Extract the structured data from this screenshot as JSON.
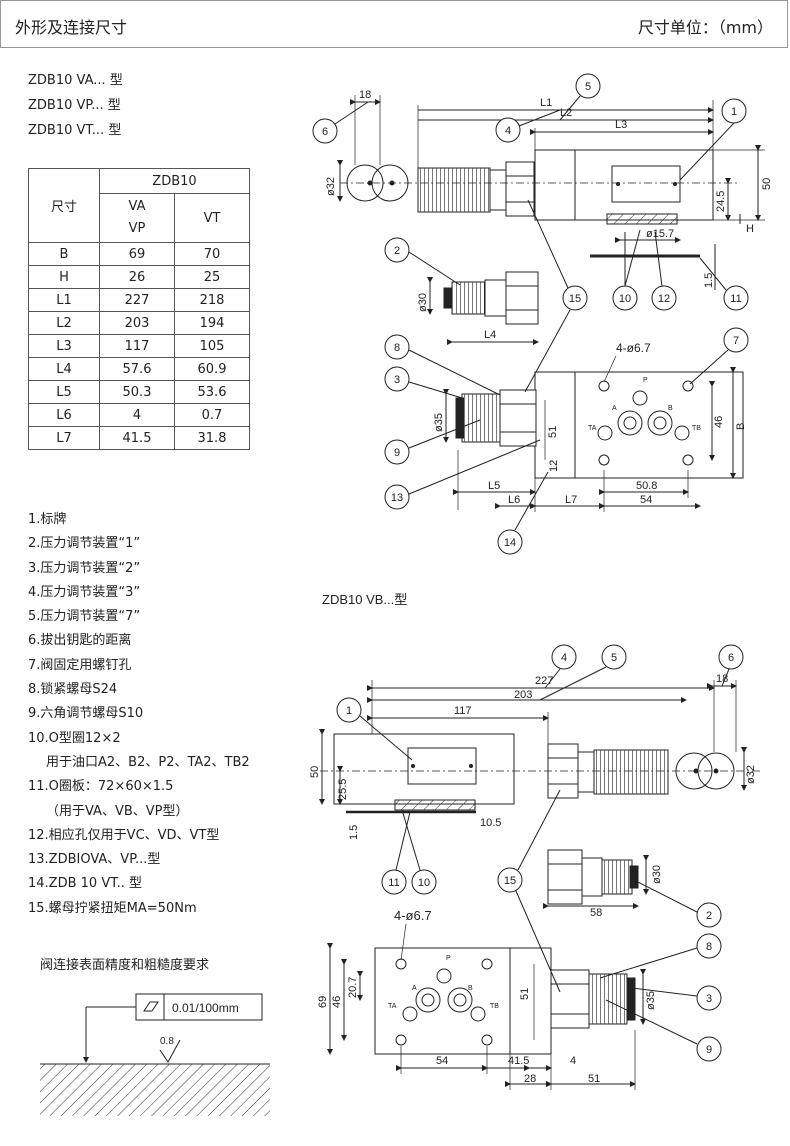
{
  "header": {
    "title": "外形及连接尺寸",
    "unit": "尺寸单位：（mm）"
  },
  "models": [
    "ZDB10 VA... 型",
    "ZDB10 VP... 型",
    "ZDB10 VT... 型"
  ],
  "table": {
    "head_dim": "尺寸",
    "head_model": "ZDB10",
    "col_a_line1": "VA",
    "col_a_line2": "VP",
    "col_b": "VT",
    "rows": [
      {
        "name": "B",
        "a": "69",
        "b": "70"
      },
      {
        "name": "H",
        "a": "26",
        "b": "25"
      },
      {
        "name": "L1",
        "a": "227",
        "b": "218"
      },
      {
        "name": "L2",
        "a": "203",
        "b": "194"
      },
      {
        "name": "L3",
        "a": "117",
        "b": "105"
      },
      {
        "name": "L4",
        "a": "57.6",
        "b": "60.9"
      },
      {
        "name": "L5",
        "a": "50.3",
        "b": "53.6"
      },
      {
        "name": "L6",
        "a": "4",
        "b": "0.7"
      },
      {
        "name": "L7",
        "a": "41.5",
        "b": "31.8"
      }
    ]
  },
  "legend": [
    "1.标牌",
    "2.压力调节装置“1”",
    "3.压力调节装置“2”",
    "4.压力调节装置“3”",
    "5.压力调节装置“7”",
    "6.拔出钥匙的距离",
    "7.阀固定用螺钉孔",
    "8.锁紧螺母S24",
    "9.六角调节螺母S10",
    "10.O型圈12×2",
    "用于油口A2、B2、P2、TA2、TB2",
    "11.O圈板：72×60×1.5",
    "（用于VA、VB、VP型）",
    "12.相应孔仅用于VC、VD、VT型",
    "13.ZDBIOVA、VP...型",
    "14.ZDB 10 VT.. 型",
    "15.螺母拧紧扭矩MA=50Nm"
  ],
  "roughness": {
    "label": "阀连接表面精度和粗糙度要求",
    "flatness": "0.01/100mm",
    "ra": "0.8"
  },
  "drawing1": {
    "dims": {
      "d18": "18",
      "L1": "L1",
      "L2": "L2",
      "L3": "L3",
      "phi32": "ø32",
      "h50": "50",
      "h245": "24.5",
      "H": "H",
      "phi157": "ø15.7",
      "w15": "1.5",
      "phi30": "ø30",
      "L4": "L4",
      "holes": "4-ø6.7",
      "phi35": "ø35",
      "d51": "51",
      "d46": "46",
      "B": "B",
      "d12": "12",
      "L5": "L5",
      "L6": "L6",
      "L7": "L7",
      "d508": "50.8",
      "d54": "54"
    },
    "balloons": [
      "1",
      "2",
      "3",
      "4",
      "5",
      "6",
      "7",
      "8",
      "9",
      "10",
      "11",
      "12",
      "13",
      "14",
      "15"
    ],
    "ports": {
      "P": "P",
      "A": "A",
      "B": "B",
      "TA": "TA",
      "TB": "TB"
    }
  },
  "drawing2": {
    "title": "ZDB10  VB...型",
    "dims": {
      "d227": "227",
      "d203": "203",
      "d18": "18",
      "d117": "117",
      "h50": "50",
      "h255": "25.5",
      "w15": "1.5",
      "d105": "10.5",
      "phi32": "ø32",
      "phi30": "ø30",
      "d58": "58",
      "holes": "4-ø6.7",
      "d69": "69",
      "d46": "46",
      "d207": "20.7",
      "d51": "51",
      "phi35": "ø35",
      "d54": "54",
      "d415": "41.5",
      "d4": "4",
      "d28": "28",
      "d51b": "51"
    },
    "balloons": [
      "1",
      "4",
      "5",
      "6",
      "15",
      "11",
      "10",
      "2",
      "8",
      "3",
      "9"
    ],
    "ports": {
      "P": "P",
      "A": "A",
      "B": "B",
      "TA": "TA",
      "TB": "TB"
    }
  }
}
